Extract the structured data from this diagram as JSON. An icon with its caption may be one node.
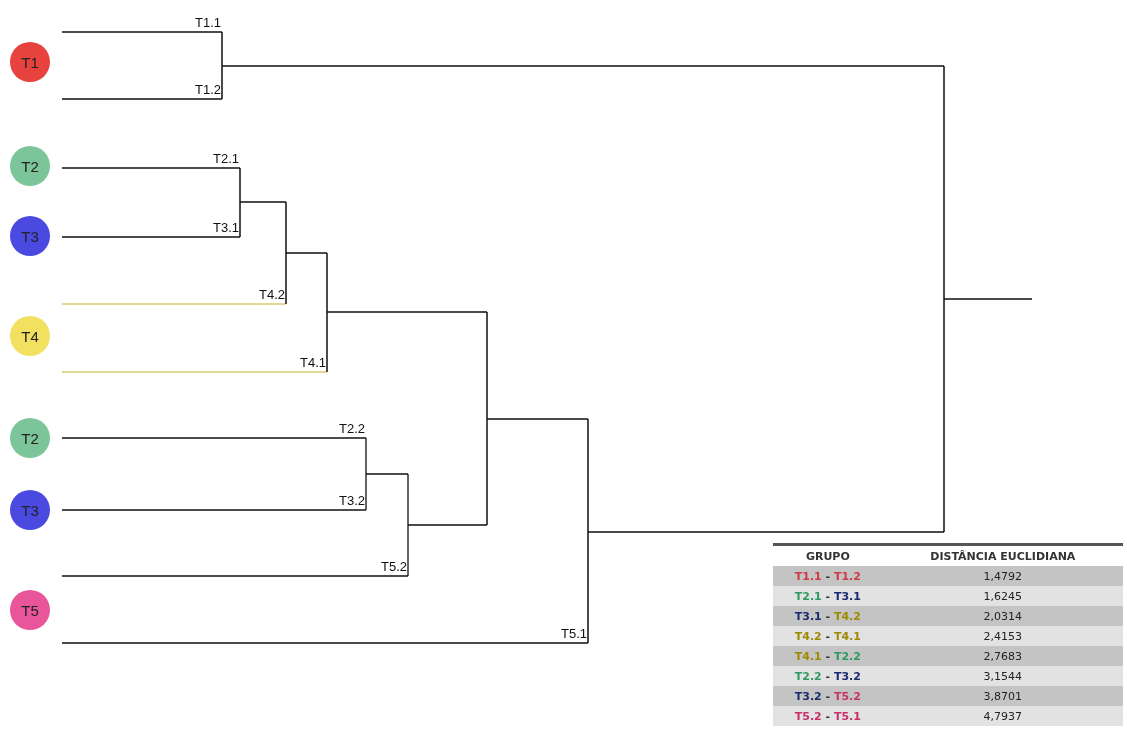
{
  "diagram": {
    "nodes": [
      {
        "text": [
          "T1"
        ]
      },
      {
        "text": [
          "T2"
        ]
      },
      {
        "text": [
          "T3"
        ]
      },
      {
        "text": [
          "T4"
        ]
      },
      {
        "text": [
          "T2"
        ]
      },
      {
        "text": [
          "T3"
        ]
      },
      {
        "text": [
          "T5"
        ]
      }
    ],
    "edges": [],
    "labels": [
      "T1.1",
      "T1.2",
      "T2.1",
      "T3.1",
      "T4.2",
      "T4.1",
      "T2.2",
      "T3.2",
      "T5.2",
      "T5.1",
      "GRUPO",
      "DISTÂNCIA EUCLIDIANA",
      "T1.1 - T1.2",
      "1,4792",
      "T2.1 - T3.1",
      "1,6245",
      "T3.1 - T4.2",
      "2,0314",
      "T4.2 - T4.1",
      "2,4153",
      "T4.1 - T2.2",
      "2,7683",
      "T2.2 - T3.2",
      "3,1544",
      "T3.2 - T5.2",
      "3,8701",
      "T5.2 - T5.1",
      "4,7937"
    ]
  }
}
